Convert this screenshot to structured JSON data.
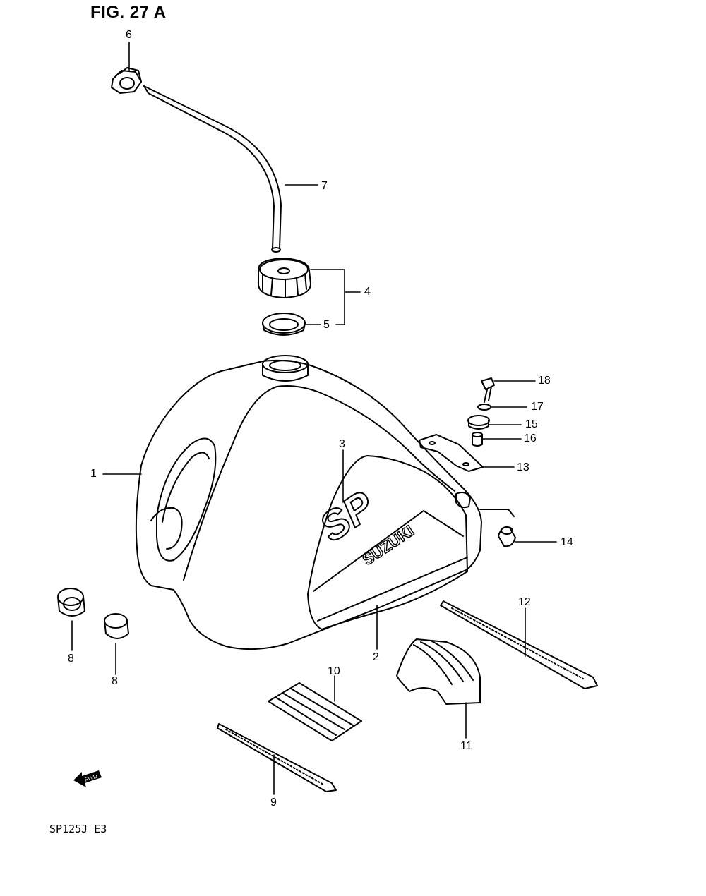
{
  "figure": {
    "title": "FIG. 27 A",
    "model_code": "SP125J  E3"
  },
  "tank_branding": {
    "logo": "SP",
    "maker": "SUZUKI"
  },
  "fwd_arrow_label": "FWD",
  "callouts": [
    "1",
    "2",
    "3",
    "4",
    "5",
    "6",
    "7",
    "8",
    "8",
    "9",
    "10",
    "11",
    "12",
    "13",
    "14",
    "15",
    "16",
    "17",
    "18"
  ]
}
